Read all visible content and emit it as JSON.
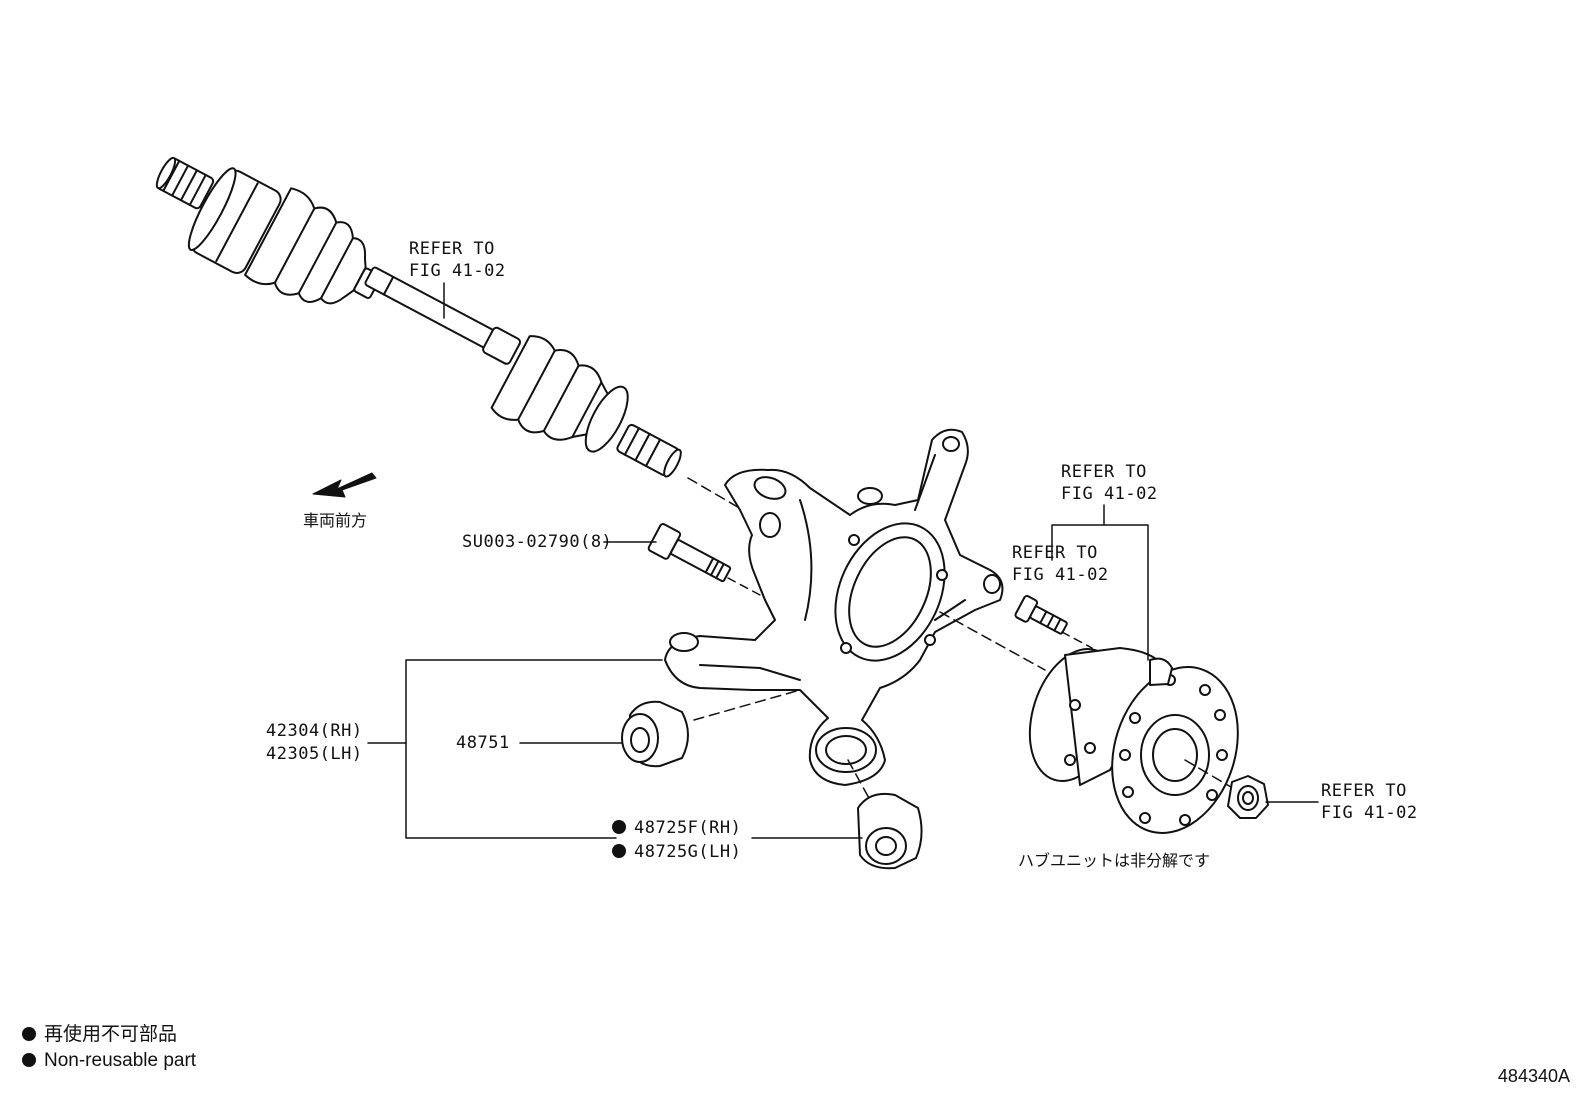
{
  "labels": {
    "refer_shaft": [
      "REFER TO",
      "FIG 41-02"
    ],
    "refer_hub_assy": [
      "REFER TO",
      "FIG 41-02"
    ],
    "refer_hub_bolt": [
      "REFER TO",
      "FIG 41-02"
    ],
    "refer_nut": [
      "REFER TO",
      "FIG 41-02"
    ],
    "front_of_vehicle": "車両前方",
    "bolt_part": "SU003-02790(8)",
    "knuckle_rh": "42304(RH)",
    "knuckle_lh": "42305(LH)",
    "bushing": "48751",
    "bushing_rh": "48725F(RH)",
    "bushing_lh": "48725G(LH)",
    "hub_note": "ハブユニットは非分解です"
  },
  "legend": {
    "jp": "再使用不可部品",
    "en": "Non-reusable part"
  },
  "figure_id": "484340A",
  "icons": {
    "front_arrow": "arrow-left-icon",
    "non_reusable": "filled-circle-icon"
  }
}
